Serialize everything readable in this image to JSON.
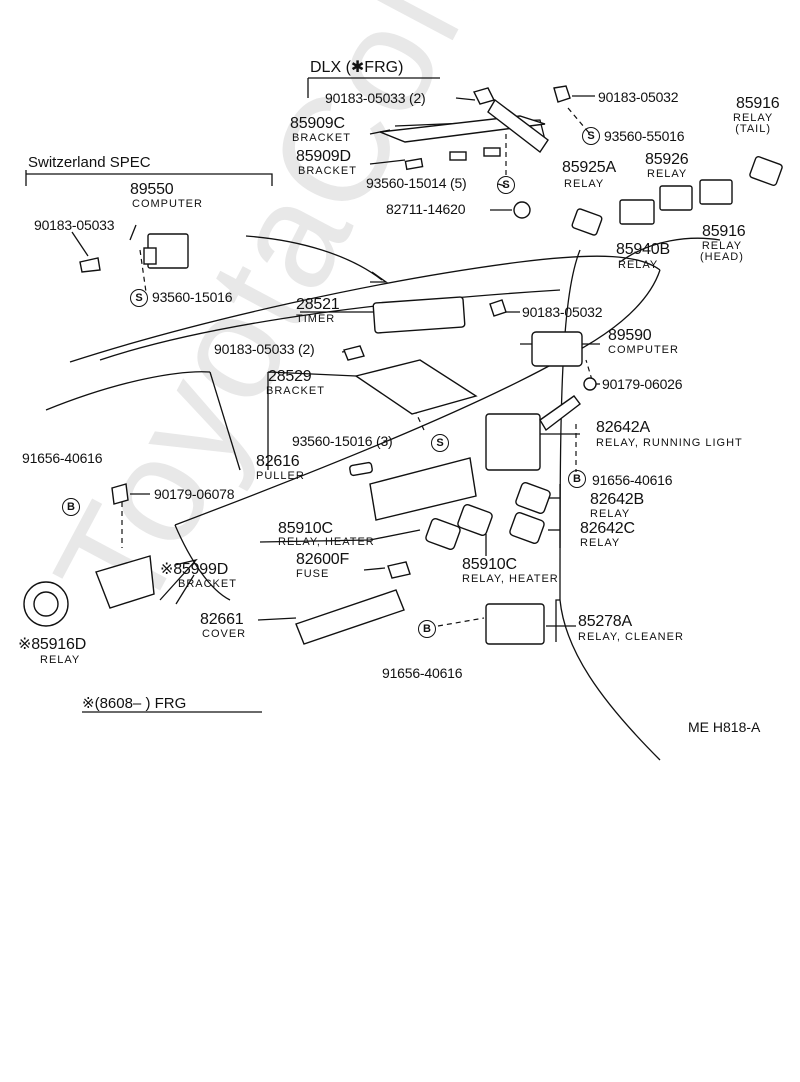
{
  "watermark": "ToyotaCoMM",
  "headers": {
    "dlx": "DLX (✱FRG)",
    "swiss": "Switzerland SPEC",
    "frg_note": "※(8608–        ) FRG",
    "diagram_code": "ME  H818-A"
  },
  "callouts": [
    {
      "id": "c1",
      "num": "90183-05033 (2)",
      "desc": ""
    },
    {
      "id": "c2",
      "num": "90183-05032",
      "desc": ""
    },
    {
      "id": "c3",
      "num": "85916",
      "desc": "RELAY\n(TAIL)"
    },
    {
      "id": "c4",
      "num": "85909C",
      "desc": "BRACKET"
    },
    {
      "id": "c5",
      "num": "93560-55016",
      "desc": ""
    },
    {
      "id": "c6",
      "num": "85909D",
      "desc": "BRACKET"
    },
    {
      "id": "c7",
      "num": "85925A",
      "desc": "RELAY"
    },
    {
      "id": "c8",
      "num": "85926",
      "desc": "RELAY"
    },
    {
      "id": "c9",
      "num": "93560-15014 (5)",
      "desc": ""
    },
    {
      "id": "c10",
      "num": "82711-14620",
      "desc": ""
    },
    {
      "id": "c11",
      "num": "89550",
      "desc": "COMPUTER"
    },
    {
      "id": "c12",
      "num": "90183-05033",
      "desc": ""
    },
    {
      "id": "c13",
      "num": "85940B",
      "desc": "RELAY"
    },
    {
      "id": "c14",
      "num": "85916",
      "desc": "RELAY\n(HEAD)"
    },
    {
      "id": "c15",
      "num": "93560-15016",
      "desc": ""
    },
    {
      "id": "c16",
      "num": "28521",
      "desc": "TIMER"
    },
    {
      "id": "c17",
      "num": "90183-05032",
      "desc": ""
    },
    {
      "id": "c18",
      "num": "89590",
      "desc": "COMPUTER"
    },
    {
      "id": "c19",
      "num": "90183-05033 (2)",
      "desc": ""
    },
    {
      "id": "c20",
      "num": "28529",
      "desc": "BRACKET"
    },
    {
      "id": "c21",
      "num": "90179-06026",
      "desc": ""
    },
    {
      "id": "c22",
      "num": "82642A",
      "desc": "RELAY, RUNNING LIGHT"
    },
    {
      "id": "c23",
      "num": "93560-15016 (3)",
      "desc": ""
    },
    {
      "id": "c24",
      "num": "91656-40616",
      "desc": ""
    },
    {
      "id": "c25",
      "num": "82616",
      "desc": "PULLER"
    },
    {
      "id": "c26",
      "num": "91656-40616",
      "desc": ""
    },
    {
      "id": "c27",
      "num": "90179-06078",
      "desc": ""
    },
    {
      "id": "c28",
      "num": "82642B",
      "desc": "RELAY"
    },
    {
      "id": "c29",
      "num": "85910C",
      "desc": "RELAY, HEATER"
    },
    {
      "id": "c30",
      "num": "82642C",
      "desc": "RELAY"
    },
    {
      "id": "c31",
      "num": "※85999D",
      "desc": "BRACKET"
    },
    {
      "id": "c32",
      "num": "82600F",
      "desc": "FUSE"
    },
    {
      "id": "c33",
      "num": "85910C",
      "desc": "RELAY, HEATER"
    },
    {
      "id": "c34",
      "num": "82661",
      "desc": "COVER"
    },
    {
      "id": "c35",
      "num": "85278A",
      "desc": "RELAY, CLEANER"
    },
    {
      "id": "c36",
      "num": "※85916D",
      "desc": "RELAY"
    },
    {
      "id": "c37",
      "num": "91656-40616",
      "desc": ""
    }
  ],
  "symbols": {
    "s": "S",
    "b": "B"
  }
}
